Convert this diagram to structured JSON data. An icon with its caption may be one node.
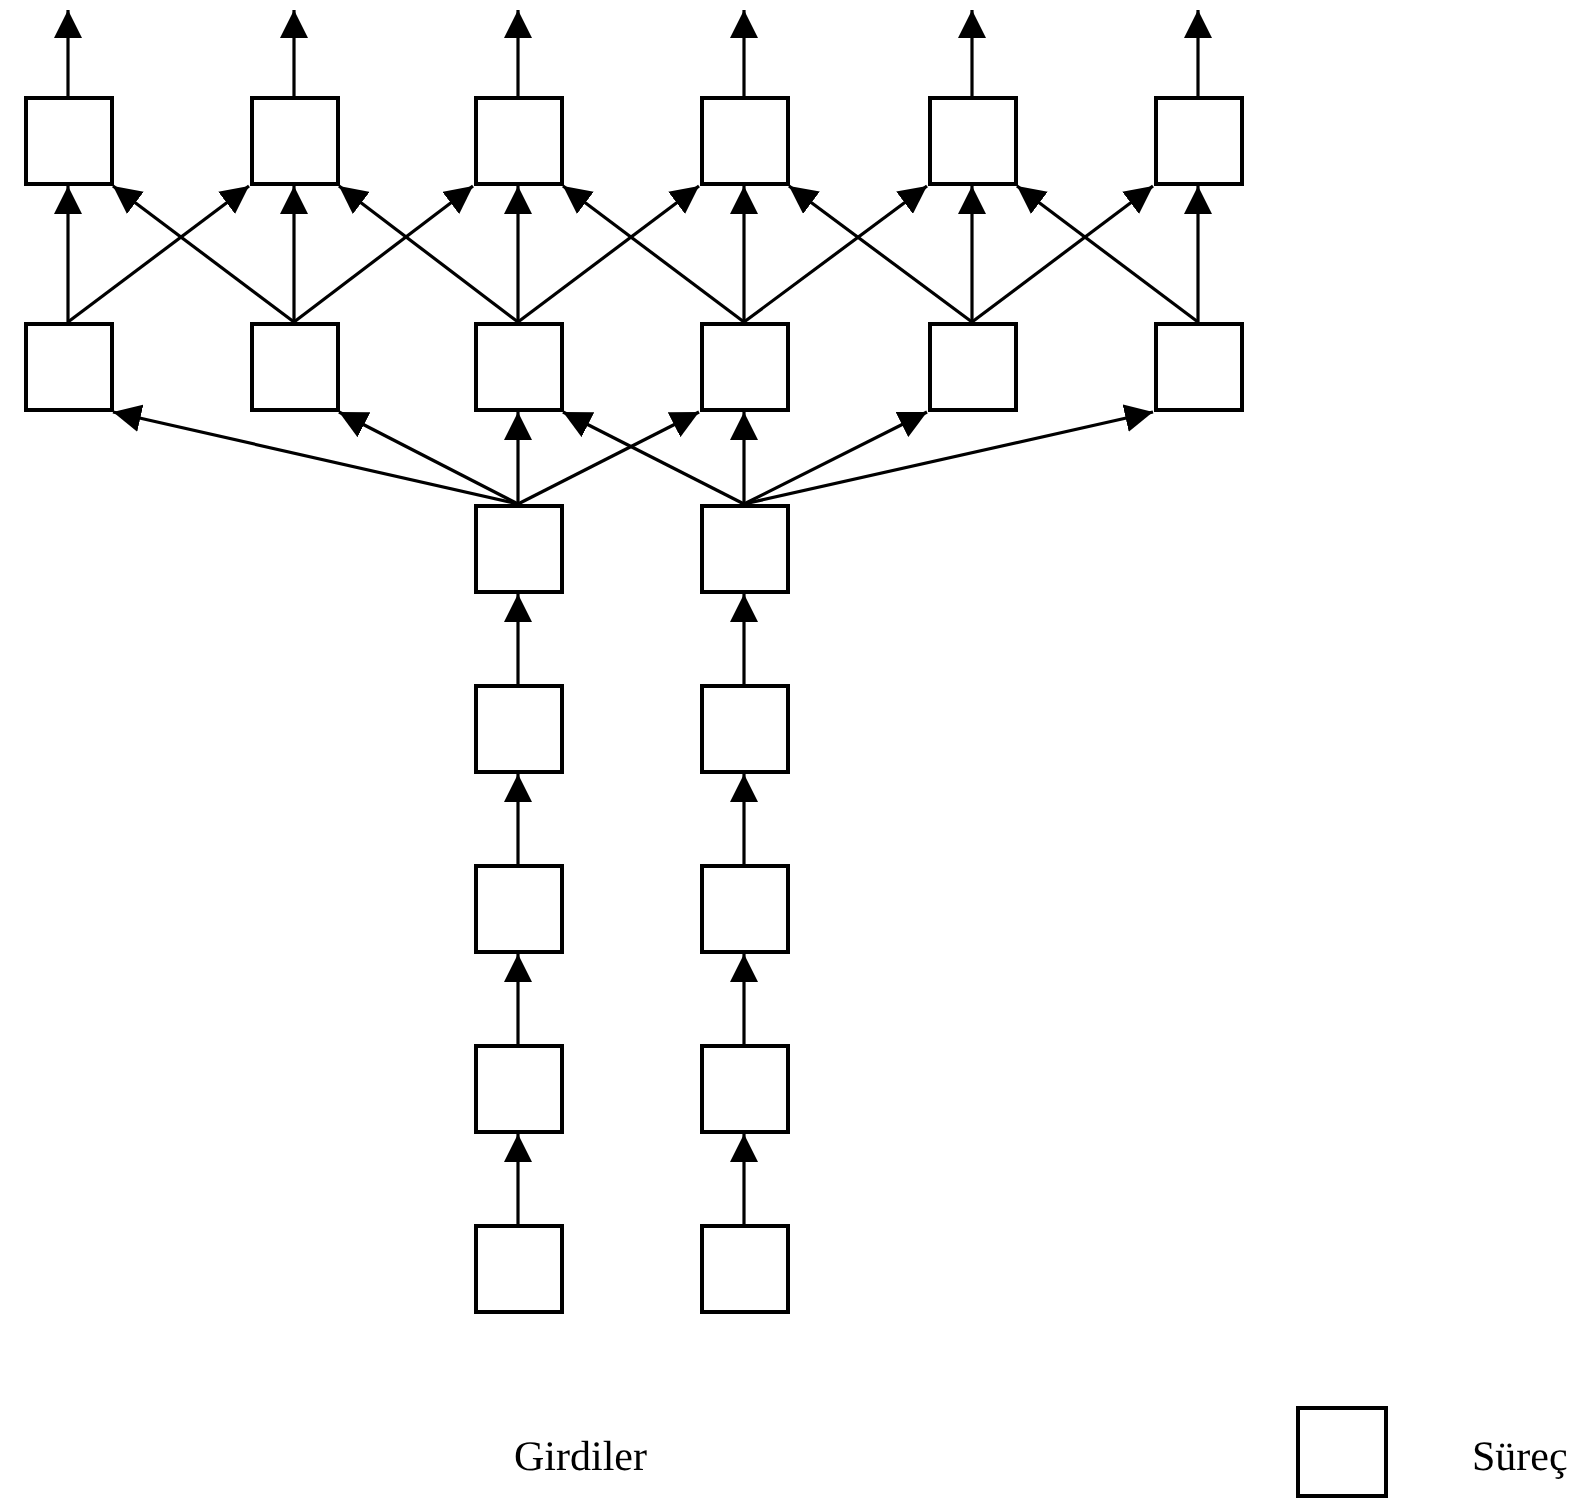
{
  "diagram": {
    "nodes": [
      {
        "text": [],
        "shape": "box"
      },
      {
        "text": [],
        "shape": "box"
      },
      {
        "text": [],
        "shape": "box"
      },
      {
        "text": [],
        "shape": "box"
      },
      {
        "text": [],
        "shape": "box"
      },
      {
        "text": [],
        "shape": "box"
      },
      {
        "text": [],
        "shape": "box"
      },
      {
        "text": [],
        "shape": "box"
      },
      {
        "text": [],
        "shape": "box"
      },
      {
        "text": [],
        "shape": "box"
      },
      {
        "text": [],
        "shape": "box"
      },
      {
        "text": [],
        "shape": "box"
      },
      {
        "text": [],
        "shape": "box"
      },
      {
        "text": [],
        "shape": "box"
      },
      {
        "text": [],
        "shape": "box"
      },
      {
        "text": [],
        "shape": "box"
      },
      {
        "text": [],
        "shape": "box"
      },
      {
        "text": [],
        "shape": "box"
      },
      {
        "text": [],
        "shape": "box"
      },
      {
        "text": [],
        "shape": "box"
      },
      {
        "text": [],
        "shape": "box"
      },
      {
        "text": [],
        "shape": "box"
      }
    ],
    "edges": [
      {
        "from": 0,
        "to": null,
        "arrow": "to"
      },
      {
        "from": 1,
        "to": null,
        "arrow": "to"
      },
      {
        "from": 2,
        "to": null,
        "arrow": "to"
      },
      {
        "from": 3,
        "to": null,
        "arrow": "to"
      },
      {
        "from": 4,
        "to": null,
        "arrow": "to"
      },
      {
        "from": 5,
        "to": null,
        "arrow": "to"
      },
      {
        "from": 6,
        "to": 0,
        "arrow": "to"
      },
      {
        "from": 6,
        "to": 1,
        "arrow": "to"
      },
      {
        "from": 7,
        "to": 0,
        "arrow": "to"
      },
      {
        "from": 7,
        "to": 1,
        "arrow": "to"
      },
      {
        "from": 7,
        "to": 2,
        "arrow": "to"
      },
      {
        "from": 8,
        "to": 1,
        "arrow": "to"
      },
      {
        "from": 8,
        "to": 2,
        "arrow": "to"
      },
      {
        "from": 8,
        "to": 3,
        "arrow": "to"
      },
      {
        "from": 9,
        "to": 2,
        "arrow": "to"
      },
      {
        "from": 9,
        "to": 3,
        "arrow": "to"
      },
      {
        "from": 9,
        "to": 4,
        "arrow": "to"
      },
      {
        "from": 10,
        "to": 3,
        "arrow": "to"
      },
      {
        "from": 10,
        "to": 4,
        "arrow": "to"
      },
      {
        "from": 10,
        "to": 5,
        "arrow": "to"
      },
      {
        "from": 11,
        "to": 4,
        "arrow": "to"
      },
      {
        "from": 11,
        "to": 5,
        "arrow": "to"
      },
      {
        "from": 12,
        "to": 6,
        "arrow": "to"
      },
      {
        "from": 12,
        "to": 7,
        "arrow": "to"
      },
      {
        "from": 12,
        "to": 8,
        "arrow": "to"
      },
      {
        "from": 12,
        "to": 9,
        "arrow": "to"
      },
      {
        "from": 13,
        "to": 8,
        "arrow": "to"
      },
      {
        "from": 13,
        "to": 9,
        "arrow": "to"
      },
      {
        "from": 13,
        "to": 10,
        "arrow": "to"
      },
      {
        "from": 13,
        "to": 11,
        "arrow": "to"
      },
      {
        "from": 14,
        "to": 12,
        "arrow": "to"
      },
      {
        "from": 15,
        "to": 13,
        "arrow": "to"
      },
      {
        "from": 16,
        "to": 14,
        "arrow": "to"
      },
      {
        "from": 17,
        "to": 15,
        "arrow": "to"
      },
      {
        "from": 18,
        "to": 16,
        "arrow": "to"
      },
      {
        "from": 19,
        "to": 17,
        "arrow": "to"
      },
      {
        "from": 20,
        "to": 18,
        "arrow": "to"
      },
      {
        "from": 21,
        "to": 19,
        "arrow": "to"
      }
    ],
    "labels": [
      "Girdiler"
    ],
    "legend": [
      {
        "text": "Süreç"
      }
    ]
  }
}
